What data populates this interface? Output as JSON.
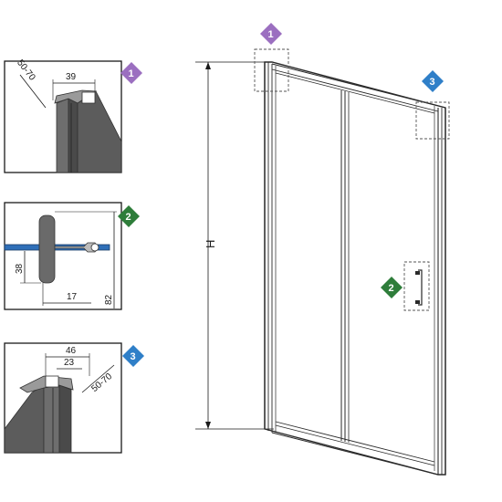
{
  "height_label": "H",
  "detail1": {
    "badge": "1",
    "width_dim": "39",
    "depth_dim": "50-70"
  },
  "detail2": {
    "badge": "2",
    "handle_height_dim": "38",
    "handle_offset_dim": "17",
    "total_height_dim": "82"
  },
  "detail3": {
    "badge": "3",
    "outer_width_dim": "46",
    "inner_width_dim": "23",
    "depth_dim": "50-70"
  },
  "main_badges": {
    "top_left": "1",
    "top_right": "3",
    "handle": "2"
  },
  "colors": {
    "badge1": "#9b6fc0",
    "badge2": "#2e7d3a",
    "badge3": "#2f7fc8",
    "profile": "#5a5a5a",
    "line": "#1a1a1a"
  }
}
